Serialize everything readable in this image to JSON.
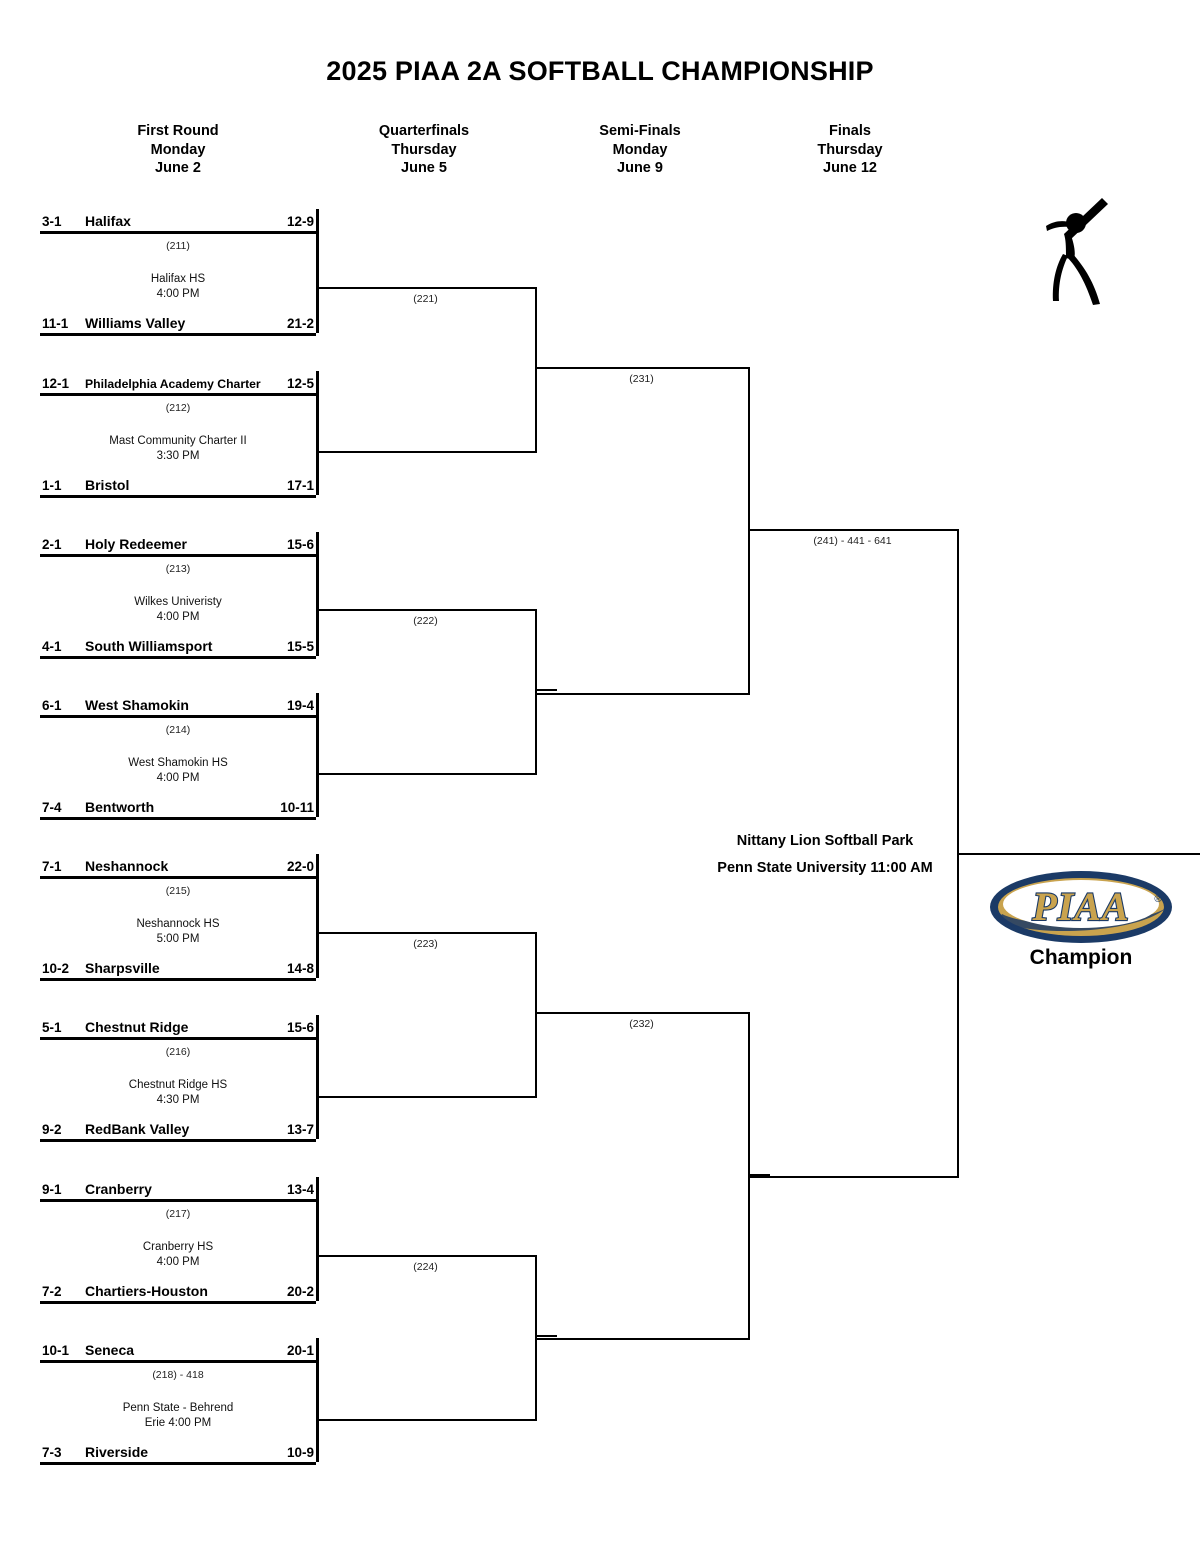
{
  "title": "2025 PIAA 2A SOFTBALL CHAMPIONSHIP",
  "rounds": [
    {
      "name": "First Round",
      "day": "Monday",
      "date": "June 2"
    },
    {
      "name": "Quarterfinals",
      "day": "Thursday",
      "date": "June 5"
    },
    {
      "name": "Semi-Finals",
      "day": "Monday",
      "date": "June 9"
    },
    {
      "name": "Finals",
      "day": "Thursday",
      "date": "June 12"
    }
  ],
  "first_round": [
    {
      "code": "(211)",
      "venue": "Halifax HS",
      "time": "4:00 PM",
      "top": {
        "seed": "3-1",
        "team": "Halifax",
        "record": "12-9"
      },
      "bottom": {
        "seed": "11-1",
        "team": "Williams Valley",
        "record": "21-2"
      }
    },
    {
      "code": "(212)",
      "venue": "Mast Community Charter II",
      "time": "3:30 PM",
      "top": {
        "seed": "12-1",
        "team": "Philadelphia Academy Charter",
        "record": "12-5"
      },
      "bottom": {
        "seed": "1-1",
        "team": "Bristol",
        "record": "17-1"
      }
    },
    {
      "code": "(213)",
      "venue": "Wilkes Univeristy",
      "time": "4:00 PM",
      "top": {
        "seed": "2-1",
        "team": "Holy Redeemer",
        "record": "15-6"
      },
      "bottom": {
        "seed": "4-1",
        "team": "South Williamsport",
        "record": "15-5"
      }
    },
    {
      "code": "(214)",
      "venue": "West Shamokin HS",
      "time": "4:00 PM",
      "top": {
        "seed": "6-1",
        "team": "West Shamokin",
        "record": "19-4"
      },
      "bottom": {
        "seed": "7-4",
        "team": "Bentworth",
        "record": "10-11"
      }
    },
    {
      "code": "(215)",
      "venue": "Neshannock HS",
      "time": "5:00 PM",
      "top": {
        "seed": "7-1",
        "team": "Neshannock",
        "record": "22-0"
      },
      "bottom": {
        "seed": "10-2",
        "team": "Sharpsville",
        "record": "14-8"
      }
    },
    {
      "code": "(216)",
      "venue": "Chestnut Ridge HS",
      "time": "4:30 PM",
      "top": {
        "seed": "5-1",
        "team": "Chestnut Ridge",
        "record": "15-6"
      },
      "bottom": {
        "seed": "9-2",
        "team": "RedBank Valley",
        "record": "13-7"
      }
    },
    {
      "code": "(217)",
      "venue": "Cranberry HS",
      "time": "4:00 PM",
      "top": {
        "seed": "9-1",
        "team": "Cranberry",
        "record": "13-4"
      },
      "bottom": {
        "seed": "7-2",
        "team": "Chartiers-Houston",
        "record": "20-2"
      }
    },
    {
      "code": "(218) - 418",
      "venue": "Penn State - Behrend",
      "time": "Erie 4:00 PM",
      "top": {
        "seed": "10-1",
        "team": "Seneca",
        "record": "20-1"
      },
      "bottom": {
        "seed": "7-3",
        "team": "Riverside",
        "record": "10-9"
      }
    }
  ],
  "quarterfinals": [
    {
      "code": "(221)"
    },
    {
      "code": "(222)"
    },
    {
      "code": "(223)"
    },
    {
      "code": "(224)"
    }
  ],
  "semifinals": [
    {
      "code": "(231)"
    },
    {
      "code": "(232)"
    }
  ],
  "finals": {
    "code": "(241) - 441 - 641",
    "venue_line1": "Nittany Lion Softball Park",
    "venue_line2": "Penn State University 11:00 AM"
  },
  "champion": {
    "label": "Champion",
    "logo_text": "PIAA",
    "logo_mark": "®"
  },
  "icons": {
    "batter": "softball-batter-icon",
    "piaa": "piaa-logo-icon"
  },
  "colors": {
    "line": "#000000",
    "logo_navy": "#1b3a66",
    "logo_gold": "#c9a34e",
    "background": "#ffffff"
  }
}
